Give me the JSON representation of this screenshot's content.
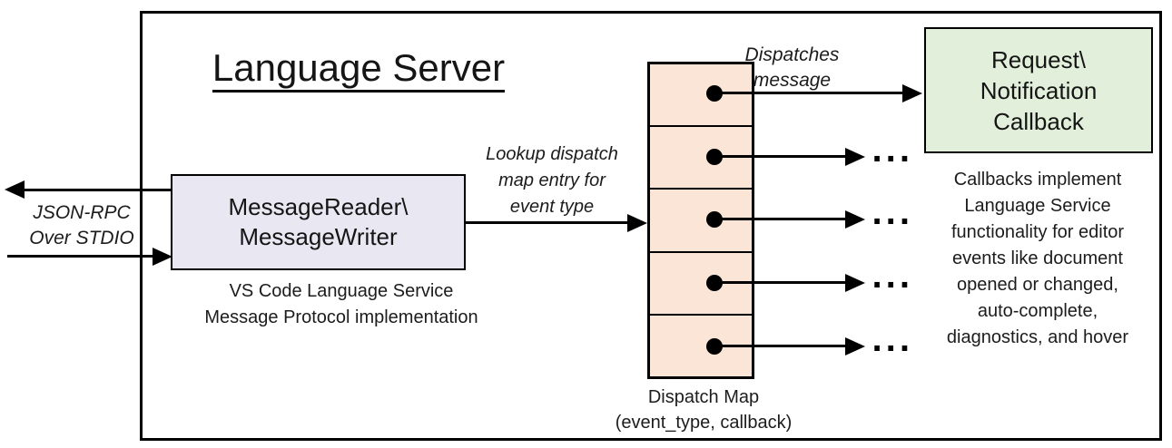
{
  "title": "Language Server",
  "colors": {
    "message_box_fill": "#E9E8F2",
    "dispatch_map_fill": "#FBE5D6",
    "callback_box_fill": "#E2EFDA",
    "line_color": "#000000"
  },
  "io": {
    "label": [
      "JSON-RPC",
      "Over STDIO"
    ]
  },
  "message_box": {
    "lines": [
      "MessageReader\\",
      "MessageWriter"
    ],
    "caption": [
      "VS Code Language Service",
      "Message Protocol implementation"
    ]
  },
  "lookup_label": [
    "Lookup dispatch",
    "map entry for",
    "event type"
  ],
  "dispatch_label": [
    "Dispatches",
    "message"
  ],
  "dispatch_map": {
    "cell_count": 5,
    "caption": [
      "Dispatch Map",
      "(event_type, callback)"
    ]
  },
  "callback_box": {
    "lines": [
      "Request\\",
      "Notification",
      "Callback"
    ]
  },
  "callback_note": [
    "Callbacks implement",
    "Language Service",
    "functionality for editor",
    "events like document",
    "opened or changed,",
    "auto-complete,",
    "diagnostics, and hover"
  ],
  "ellipsis": "..."
}
